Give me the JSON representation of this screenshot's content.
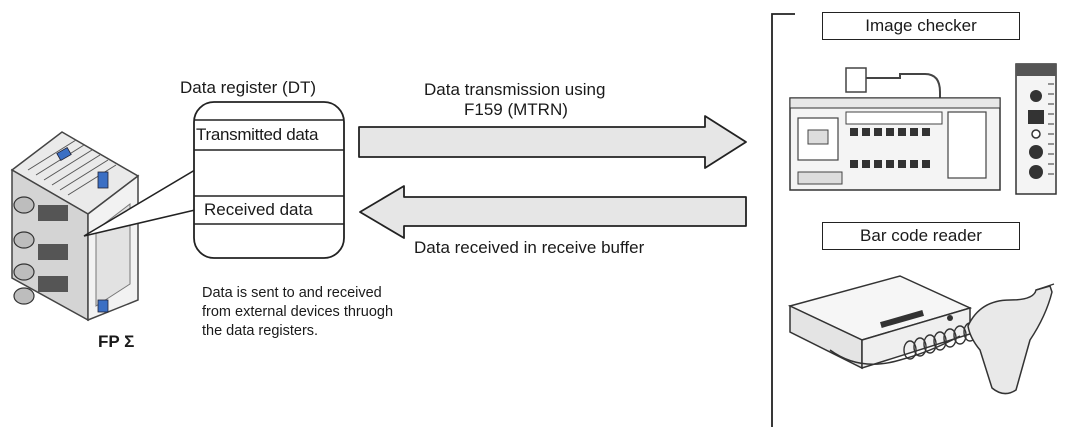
{
  "register": {
    "title": "Data register (DT)",
    "transmitted": "Transmitted data",
    "received": "Received data"
  },
  "transmit_arrow": {
    "line1": "Data transmission using",
    "line2": "F159 (MTRN)"
  },
  "receive_arrow": {
    "label": "Data received in receive buffer"
  },
  "note": {
    "line1": "Data is sent to and received",
    "line2": "from external devices thruogh",
    "line3": "the data registers."
  },
  "plc_label": "FP Σ",
  "devices": {
    "image_checker": "Image checker",
    "barcode_reader": "Bar code reader"
  },
  "colors": {
    "arrow_fill": "#e6e6e6",
    "device_fill": "#f4f4f4",
    "plc_blue": "#3b6fc4"
  }
}
